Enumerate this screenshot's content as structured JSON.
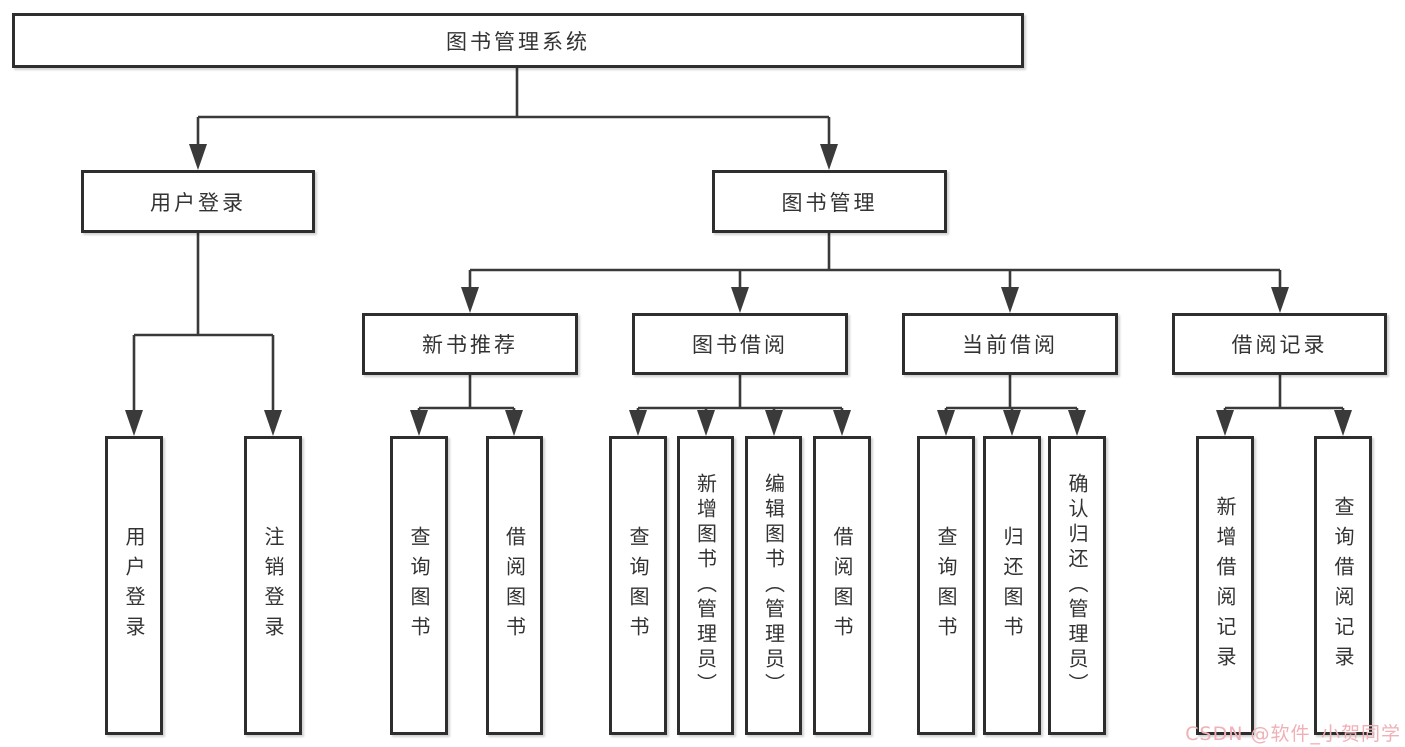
{
  "tree": {
    "root": {
      "label": "图书管理系统"
    },
    "branches": [
      {
        "label": "用户登录",
        "children": [
          {
            "label": "用户登录"
          },
          {
            "label": "注销登录"
          }
        ]
      },
      {
        "label": "图书管理",
        "children": [
          {
            "label": "新书推荐",
            "children": [
              {
                "label": "查询图书"
              },
              {
                "label": "借阅图书"
              }
            ]
          },
          {
            "label": "图书借阅",
            "children": [
              {
                "label": "查询图书"
              },
              {
                "label": "新增图书（管理员）"
              },
              {
                "label": "编辑图书（管理员）"
              },
              {
                "label": "借阅图书"
              }
            ]
          },
          {
            "label": "当前借阅",
            "children": [
              {
                "label": "查询图书"
              },
              {
                "label": "归还图书"
              },
              {
                "label": "确认归还（管理员）"
              }
            ]
          },
          {
            "label": "借阅记录",
            "children": [
              {
                "label": "新增借阅记录"
              },
              {
                "label": "查询借阅记录"
              }
            ]
          }
        ]
      }
    ]
  },
  "watermark": {
    "text": "CSDN @软件_小贺同学"
  },
  "colors": {
    "line": "#3a3a3a",
    "box_border": "#2e2e2e",
    "text": "#333333",
    "background": "#ffffff",
    "watermark": "#f0b0b6"
  }
}
